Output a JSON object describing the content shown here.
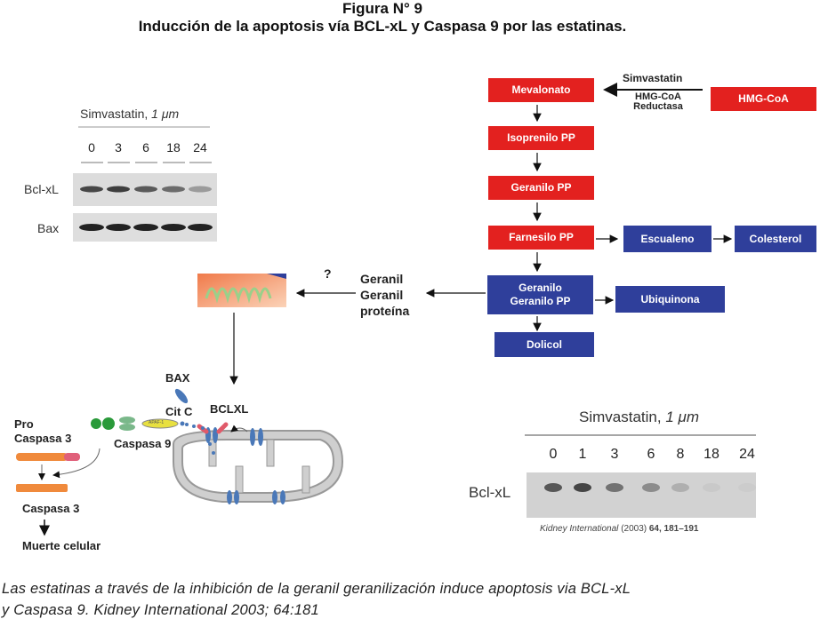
{
  "header": {
    "figure_number": "Figura N° 9",
    "title": "Inducción de la apoptosis vía BCL-xL y Caspasa 9 por las estatinas."
  },
  "blot_top": {
    "treatment": "Simvastatin,",
    "dose": "1 μm",
    "lanes": [
      "0",
      "3",
      "6",
      "18",
      "24"
    ],
    "rows": [
      "Bcl-xL",
      "Bax"
    ],
    "bcl_intensity": [
      0.8,
      0.85,
      0.7,
      0.6,
      0.35
    ],
    "bax_intensity": [
      1,
      1,
      1,
      1,
      1
    ]
  },
  "pathway": {
    "inhibitor": "Simvastatin",
    "enzyme": "HMG-CoA Reductasa",
    "substrate": "HMG-CoA",
    "red_steps": [
      "Mevalonato",
      "Isoprenilo PP",
      "Geranilo PP",
      "Farnesilo PP"
    ],
    "escualeno": "Escualeno",
    "colesterol": "Colesterol",
    "ggpp_line1": "Geranilo",
    "ggpp_line2": "Geranilo PP",
    "ubiquinona": "Ubiquinona",
    "dolicol": "Dolicol",
    "protein_line1": "Geranil",
    "protein_line2": "Geranil",
    "protein_line3": "proteína",
    "question": "?"
  },
  "apoptosis": {
    "bax": "BAX",
    "cit_c": "Cit C",
    "bclxl": "BCLXL",
    "pro": "Pro",
    "pro_caspasa3": "Caspasa 3",
    "caspasa9": "Caspasa 9",
    "caspasa3": "Caspasa 3",
    "muerte": "Muerte celular",
    "apaf": "APAF-1"
  },
  "blot_bottom": {
    "treatment": "Simvastatin,",
    "dose": "1 μm",
    "lanes": [
      "0",
      "1",
      "3",
      "6",
      "8",
      "18",
      "24"
    ],
    "row": "Bcl-xL",
    "intensity": [
      0.7,
      0.8,
      0.55,
      0.4,
      0.2,
      0.05,
      0.03
    ],
    "citation_journal": "Kidney International",
    "citation_year": "(2003)",
    "citation_ref": "64, 181–191"
  },
  "caption": {
    "line1": "Las estatinas a través de la inhibición de la geranil geranilización induce apoptosis via BCL-xL",
    "line2": "y Caspasa 9. Kidney International 2003; 64:181"
  },
  "colors": {
    "red": "#e3211f",
    "blue": "#2f3f9b",
    "orange": "#f08a3c"
  }
}
